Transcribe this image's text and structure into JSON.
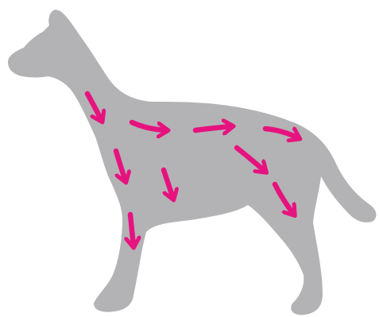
{
  "illustration": {
    "subject": "dog-silhouette",
    "colors": {
      "background": "#ffffff",
      "silhouette": "#b3b3b5",
      "arrows": "#e6137f"
    },
    "arrows": [
      {
        "id": "chest-1",
        "direction": "down"
      },
      {
        "id": "shoulder",
        "direction": "right"
      },
      {
        "id": "back-mid",
        "direction": "right"
      },
      {
        "id": "back-rear",
        "direction": "right"
      },
      {
        "id": "front-leg-upper",
        "direction": "down"
      },
      {
        "id": "front-leg-lower",
        "direction": "down"
      },
      {
        "id": "belly",
        "direction": "down"
      },
      {
        "id": "hip",
        "direction": "down-right"
      },
      {
        "id": "hind-leg",
        "direction": "down"
      }
    ]
  }
}
